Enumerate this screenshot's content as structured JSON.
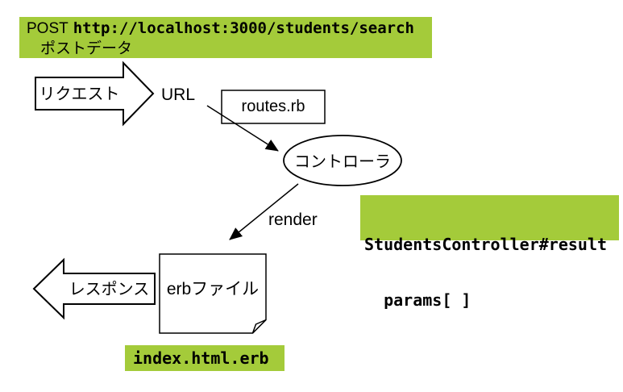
{
  "colors": {
    "highlight_green": "#a4cb3a",
    "ink": "#000000",
    "background": "#ffffff"
  },
  "request_info": {
    "method": "POST",
    "url": "http://localhost:3000/students/search",
    "post_data_label": "ポストデータ"
  },
  "flow": {
    "request_label": "リクエスト",
    "url_label": "URL",
    "routes_file": "routes.rb",
    "controller_label": "コントローラ",
    "render_label": "render",
    "response_label": "レスポンス",
    "erb_file_label": "erbファイル"
  },
  "controller_info": {
    "action": "StudentsController#result",
    "params": "  params[ ]"
  },
  "view_info": {
    "template_file": "index.html.erb"
  }
}
